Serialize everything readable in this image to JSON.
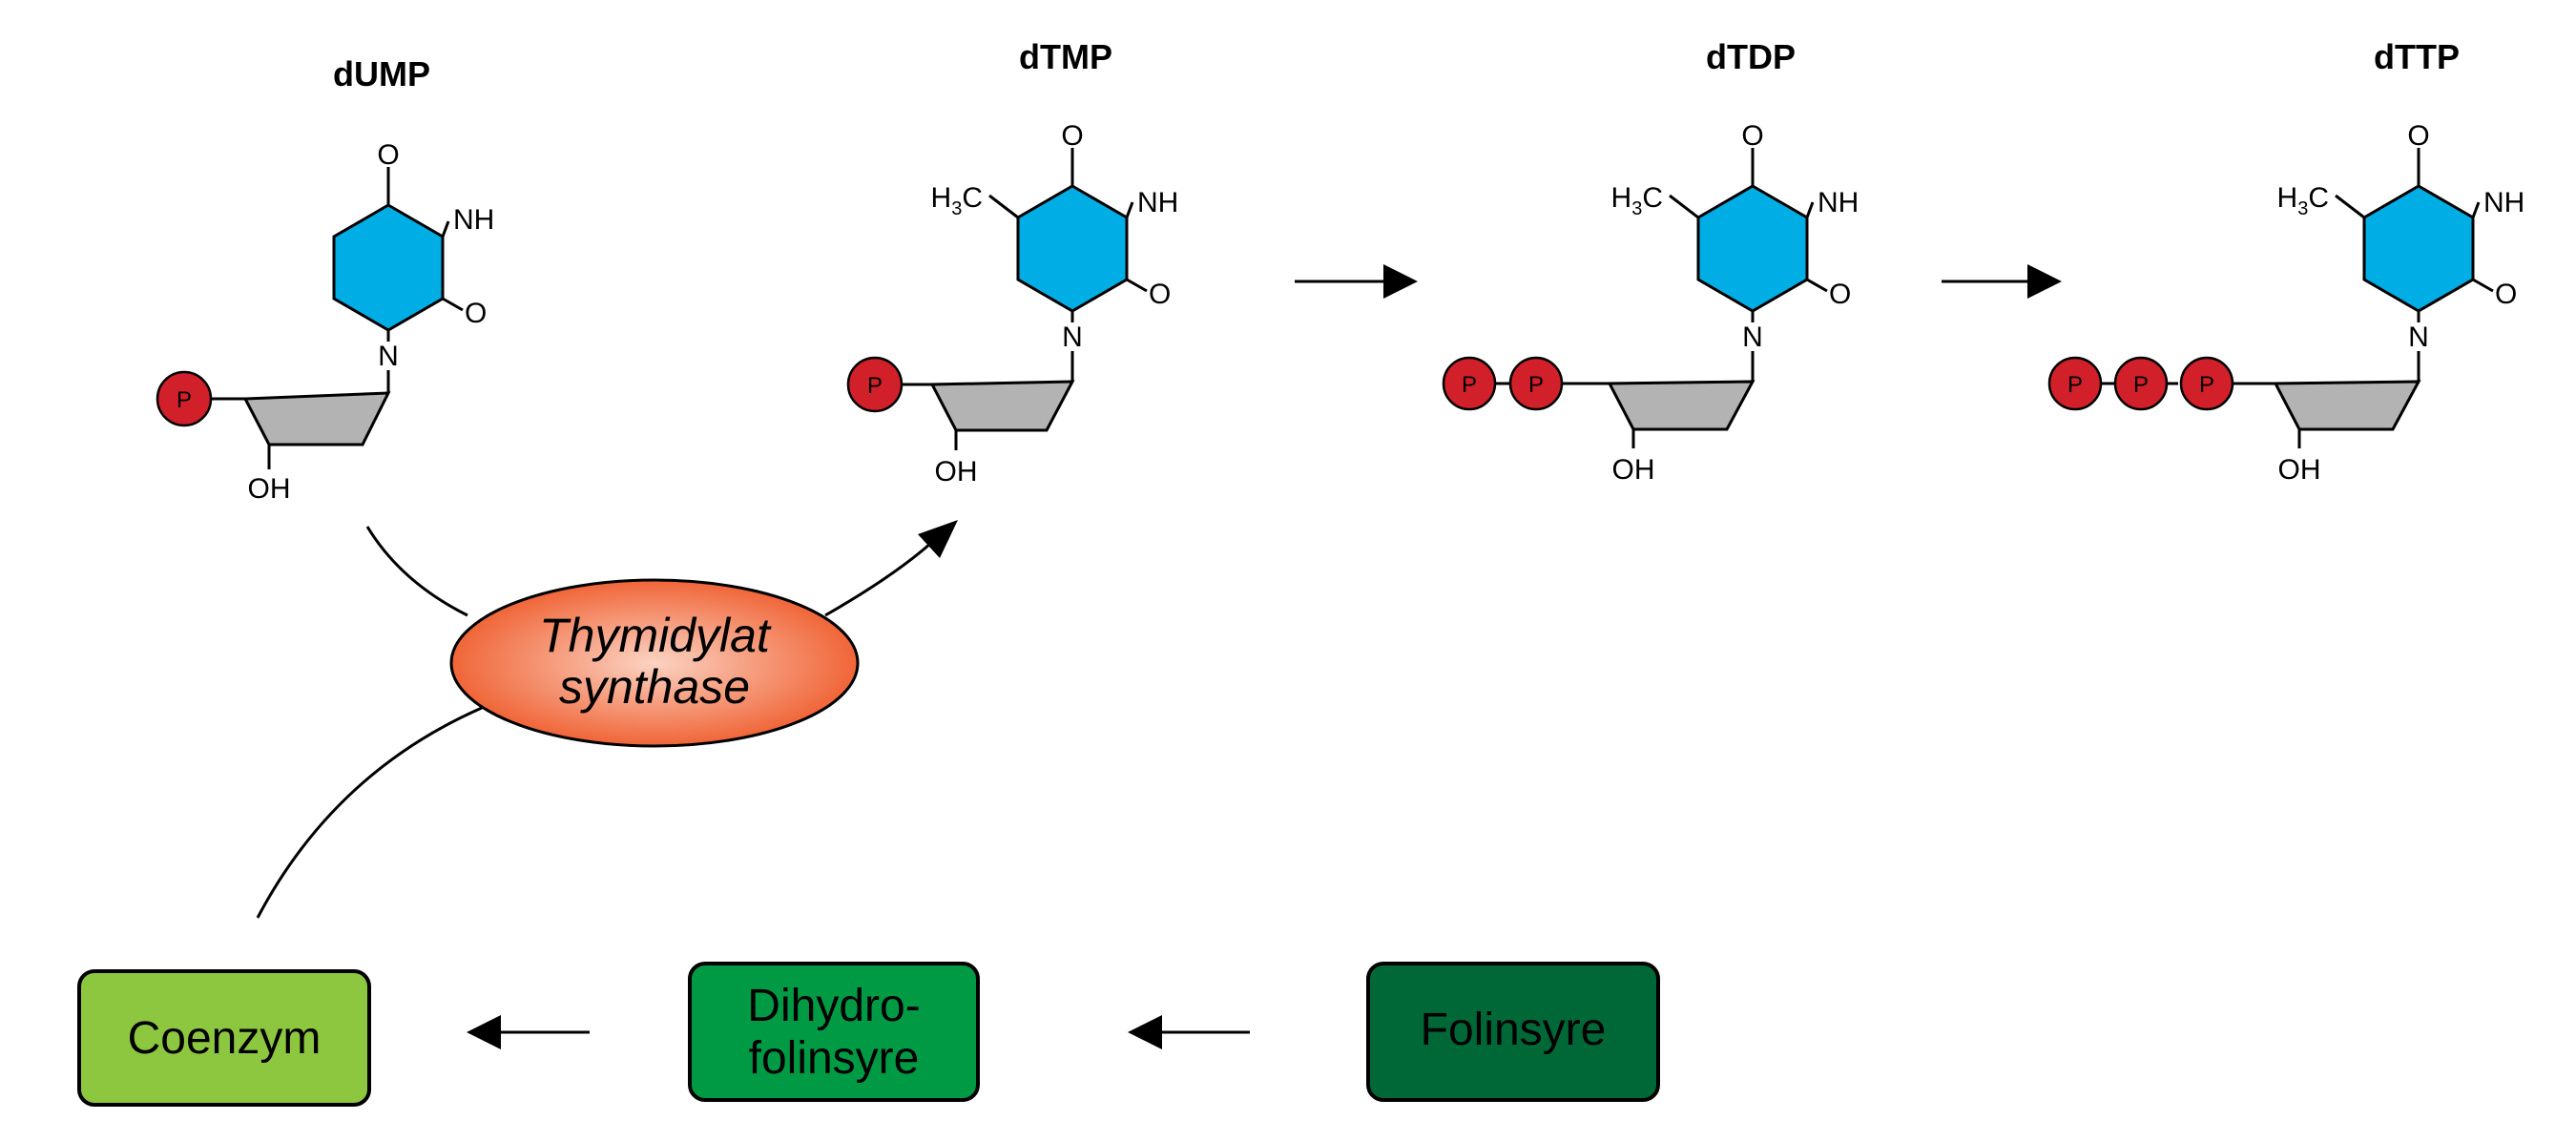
{
  "molecules": [
    {
      "name": "dUMP",
      "methyl": false,
      "phosphates": 1
    },
    {
      "name": "dTMP",
      "methyl": true,
      "phosphates": 1
    },
    {
      "name": "dTDP",
      "methyl": true,
      "phosphates": 2
    },
    {
      "name": "dTTP",
      "methyl": true,
      "phosphates": 3
    }
  ],
  "atoms": {
    "oxygen": "O",
    "nh": "NH",
    "nitrogen": "N",
    "hydroxyl": "OH",
    "phosphate": "P",
    "methyl_h": "H",
    "methyl_sub": "3",
    "methyl_c": "C"
  },
  "enzyme": {
    "line1": "Thymidylat",
    "line2": "synthase"
  },
  "boxes": {
    "coenzym": "Coenzym",
    "dihydro_line1": "Dihydro-",
    "dihydro_line2": "folinsyre",
    "folinsyre": "Folinsyre"
  },
  "colors": {
    "pyrimidine_ring": "#00aee6",
    "sugar_ring": "#b3b3b3",
    "phosphate": "#d1202a",
    "enzyme_outer": "#ef5a2a",
    "enzyme_inner": "#fbd3c2",
    "coenzym_box": "#8dc63f",
    "dihydrofolinsyre_box": "#009a44",
    "folinsyre_box": "#006837"
  }
}
